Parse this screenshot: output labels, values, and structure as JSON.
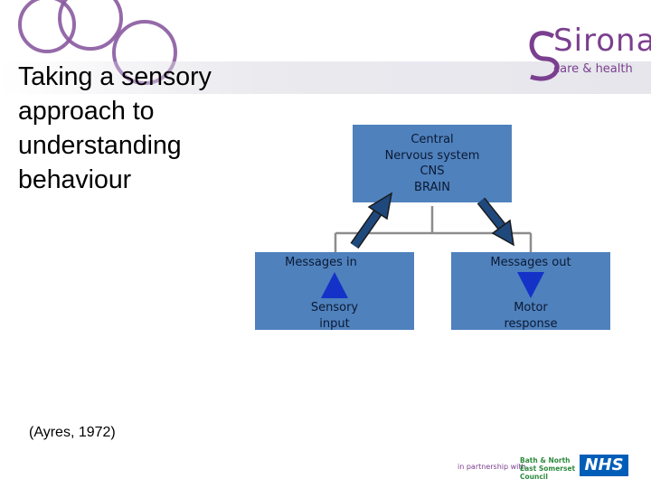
{
  "slide": {
    "title": "Taking a sensory approach to understanding behaviour",
    "citation": "(Ayres, 1972)"
  },
  "diagram": {
    "cns_box": {
      "lines": [
        "Central",
        "Nervous system",
        "CNS",
        "BRAIN"
      ]
    },
    "messages_in_box": {
      "top_label": "Messages in",
      "bottom_label": "Sensory input"
    },
    "messages_out_box": {
      "top_label": "Messages out",
      "bottom_label": "Motor response"
    }
  },
  "branding": {
    "logo_wordmark": "Sirona",
    "logo_tagline": "care & health",
    "partner_text": "in partnership with",
    "council_text": "Bath & North East Somerset Council",
    "nhs_text": "NHS"
  },
  "colors": {
    "box_fill": "#4f81bd",
    "arrow_fill": "#1f497d",
    "brand_purple": "#7b3f8f",
    "nhs_blue": "#005eb8"
  }
}
